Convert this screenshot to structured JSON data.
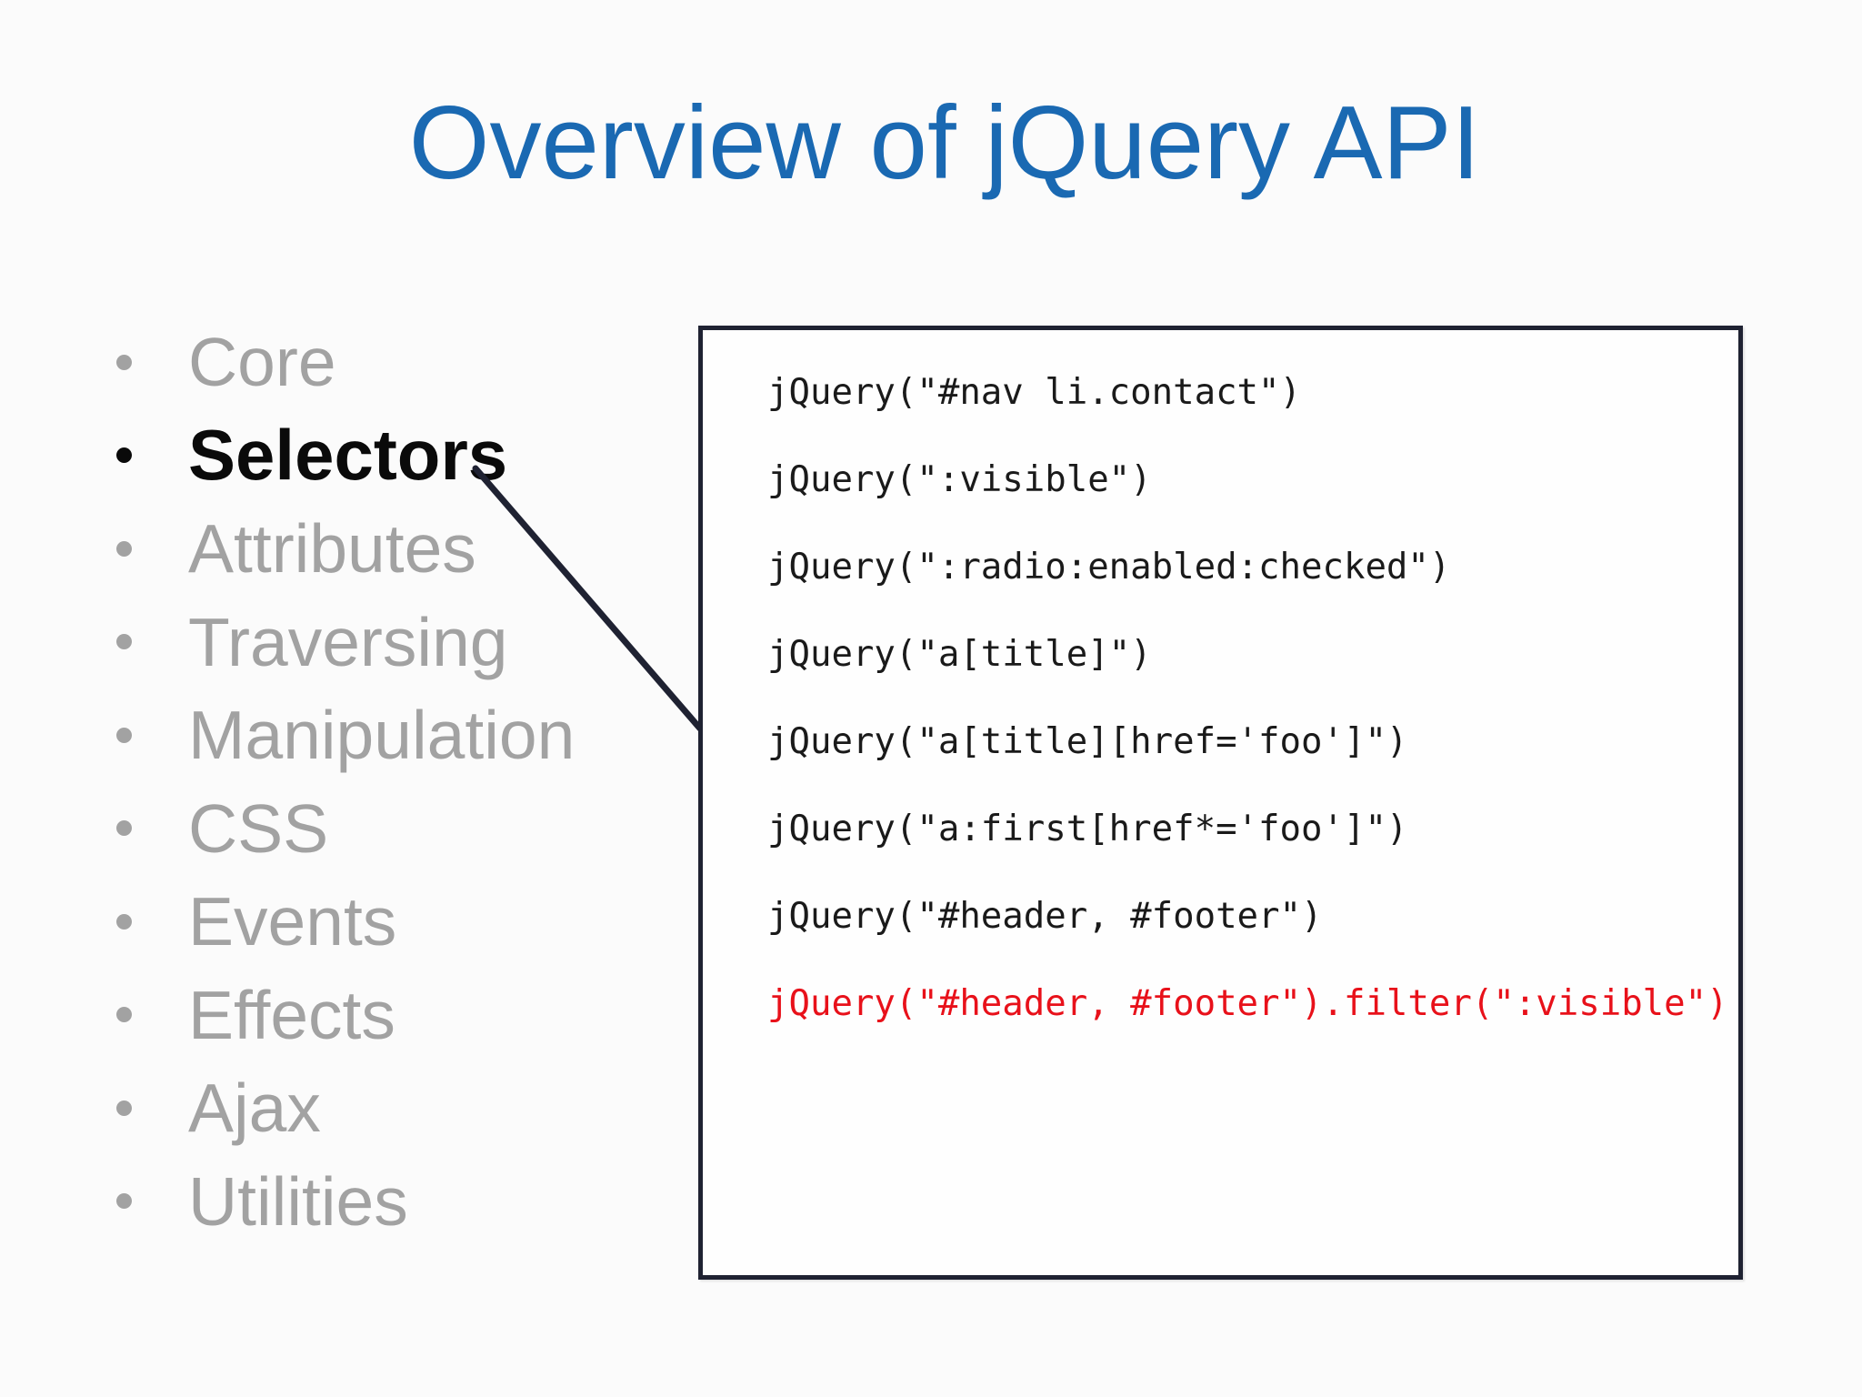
{
  "slide": {
    "title": "Overview of jQuery API",
    "background_color": "#fbfbfb",
    "title_color": "#1a69b2"
  },
  "list": {
    "inactive_color": "#a2a2a2",
    "active_color": "#0a0a0a",
    "items": [
      {
        "label": "Core",
        "active": false
      },
      {
        "label": "Selectors",
        "active": true
      },
      {
        "label": "Attributes",
        "active": false
      },
      {
        "label": "Traversing",
        "active": false
      },
      {
        "label": "Manipulation",
        "active": false
      },
      {
        "label": "CSS",
        "active": false
      },
      {
        "label": "Events",
        "active": false
      },
      {
        "label": "Effects",
        "active": false
      },
      {
        "label": "Ajax",
        "active": false
      },
      {
        "label": "Utilities",
        "active": false
      }
    ]
  },
  "connector": {
    "from": "Selectors",
    "to": "code-panel",
    "color": "#1f2232"
  },
  "code_panel": {
    "border_color": "#1f2232",
    "normal_color": "#1a1a1a",
    "highlight_color": "#e8111a",
    "lines": [
      {
        "text": "jQuery(\"#nav li.contact\")",
        "highlight": false
      },
      {
        "text": "jQuery(\":visible\")",
        "highlight": false
      },
      {
        "text": "jQuery(\":radio:enabled:checked\")",
        "highlight": false
      },
      {
        "text": "jQuery(\"a[title]\")",
        "highlight": false
      },
      {
        "text": "jQuery(\"a[title][href='foo']\")",
        "highlight": false
      },
      {
        "text": "jQuery(\"a:first[href*='foo']\")",
        "highlight": false
      },
      {
        "text": "jQuery(\"#header, #footer\")",
        "highlight": false
      },
      {
        "text": "jQuery(\"#header, #footer\").filter(\":visible\")",
        "highlight": true
      }
    ]
  }
}
